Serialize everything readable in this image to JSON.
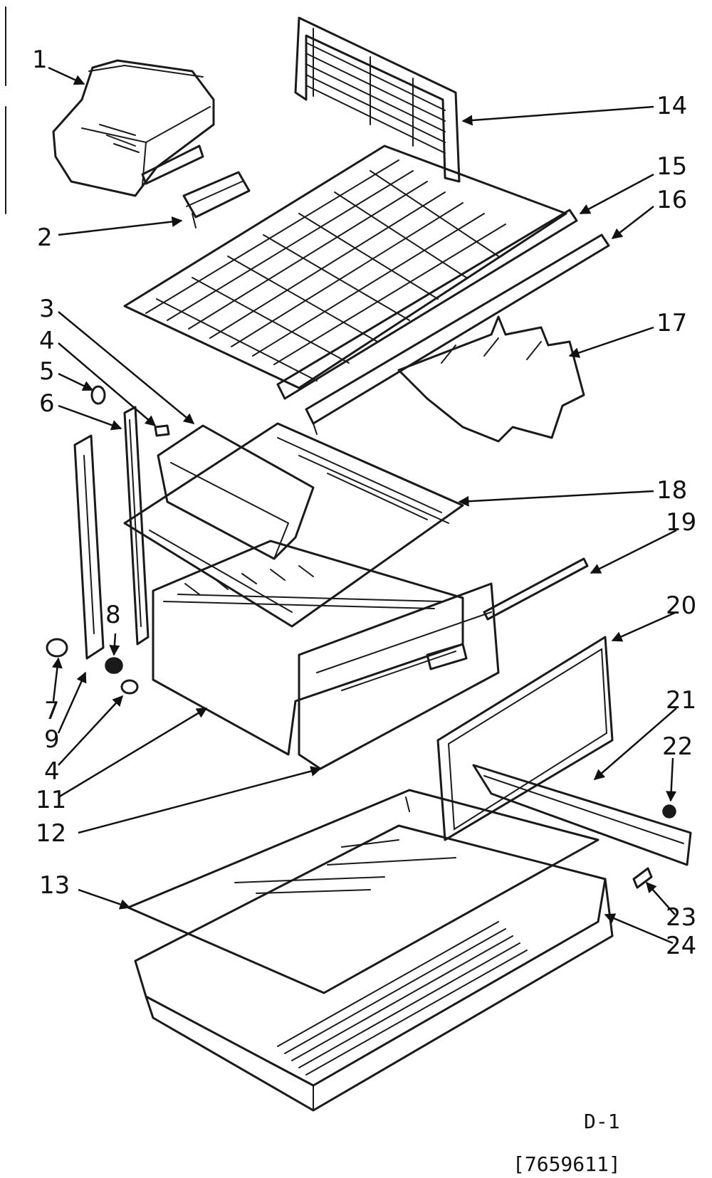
{
  "callouts": [
    "1",
    "2",
    "3",
    "4",
    "5",
    "6",
    "7",
    "8",
    "9",
    "4",
    "11",
    "12",
    "13",
    "14",
    "15",
    "16",
    "17",
    "18",
    "19",
    "20",
    "21",
    "22",
    "23",
    "24"
  ],
  "page_code": "D-1",
  "drawing_number": "[7659611]"
}
